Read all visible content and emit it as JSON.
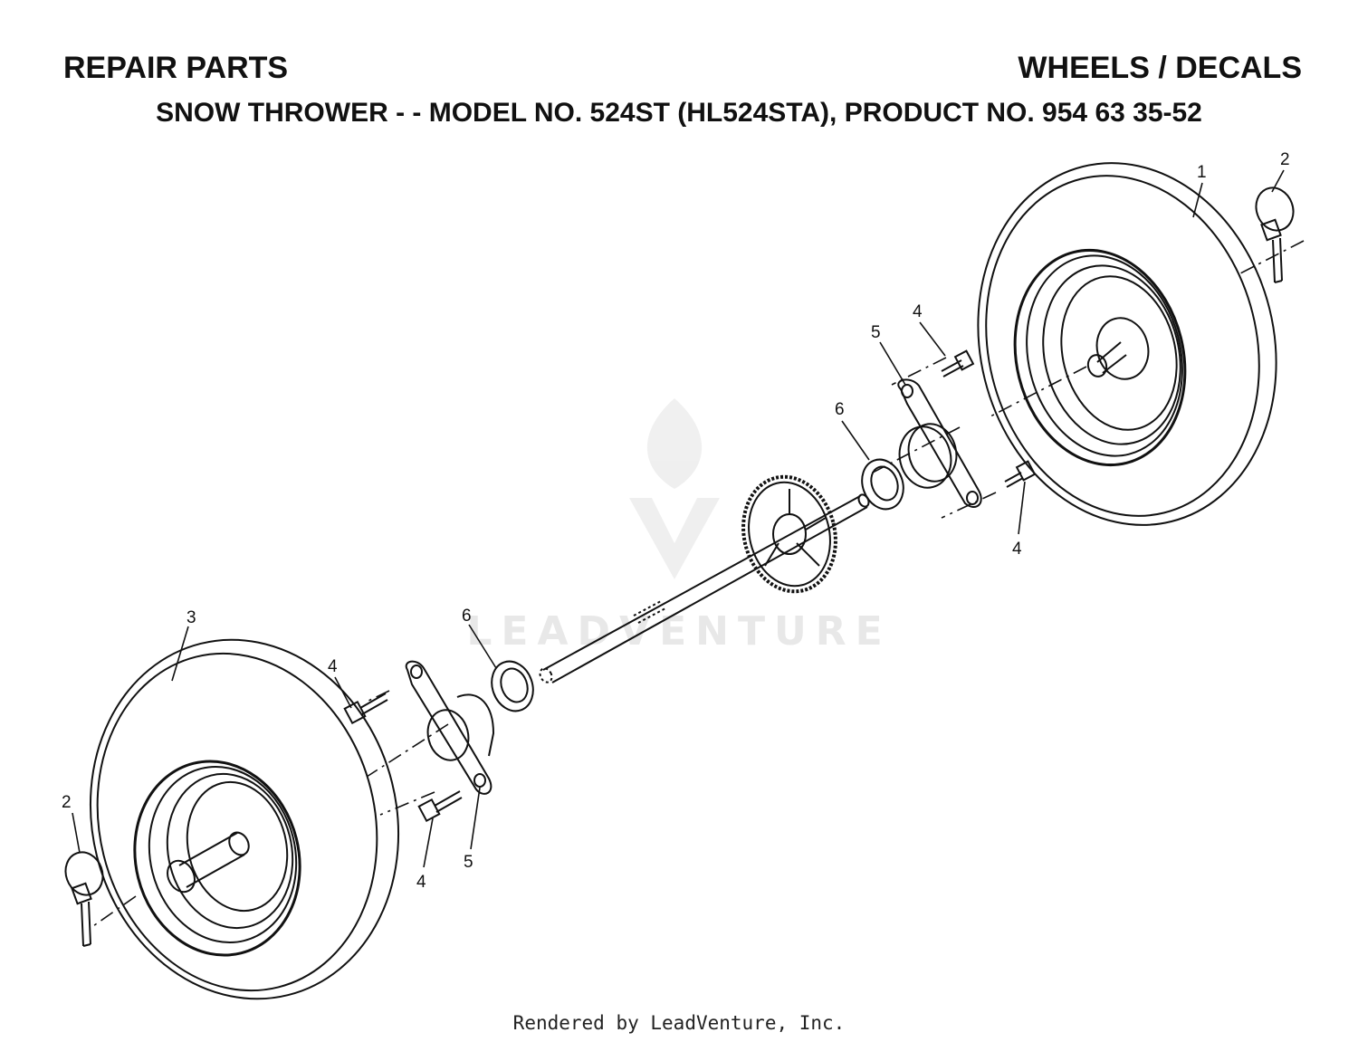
{
  "header": {
    "left_title": "REPAIR PARTS",
    "right_title": "WHEELS / DECALS",
    "subtitle": "SNOW THROWER - - MODEL NO. 524ST (HL524STA), PRODUCT NO. 954 63 35-52"
  },
  "watermark": {
    "text": "LEADVENTURE"
  },
  "callouts": {
    "wheel_right": "1",
    "pin_right": "2",
    "pin_left": "2",
    "wheel_left": "3",
    "bolt_right_top": "4",
    "bolt_right_bottom": "4",
    "bolt_left_top": "4",
    "bolt_left_bottom": "4",
    "bracket_right": "5",
    "bracket_left": "5",
    "washer_right": "6",
    "washer_left": "6"
  },
  "footer": {
    "text": "Rendered by LeadVenture, Inc."
  },
  "colors": {
    "ink": "#111111",
    "watermark": "#e6e6e6",
    "background": "#ffffff"
  }
}
